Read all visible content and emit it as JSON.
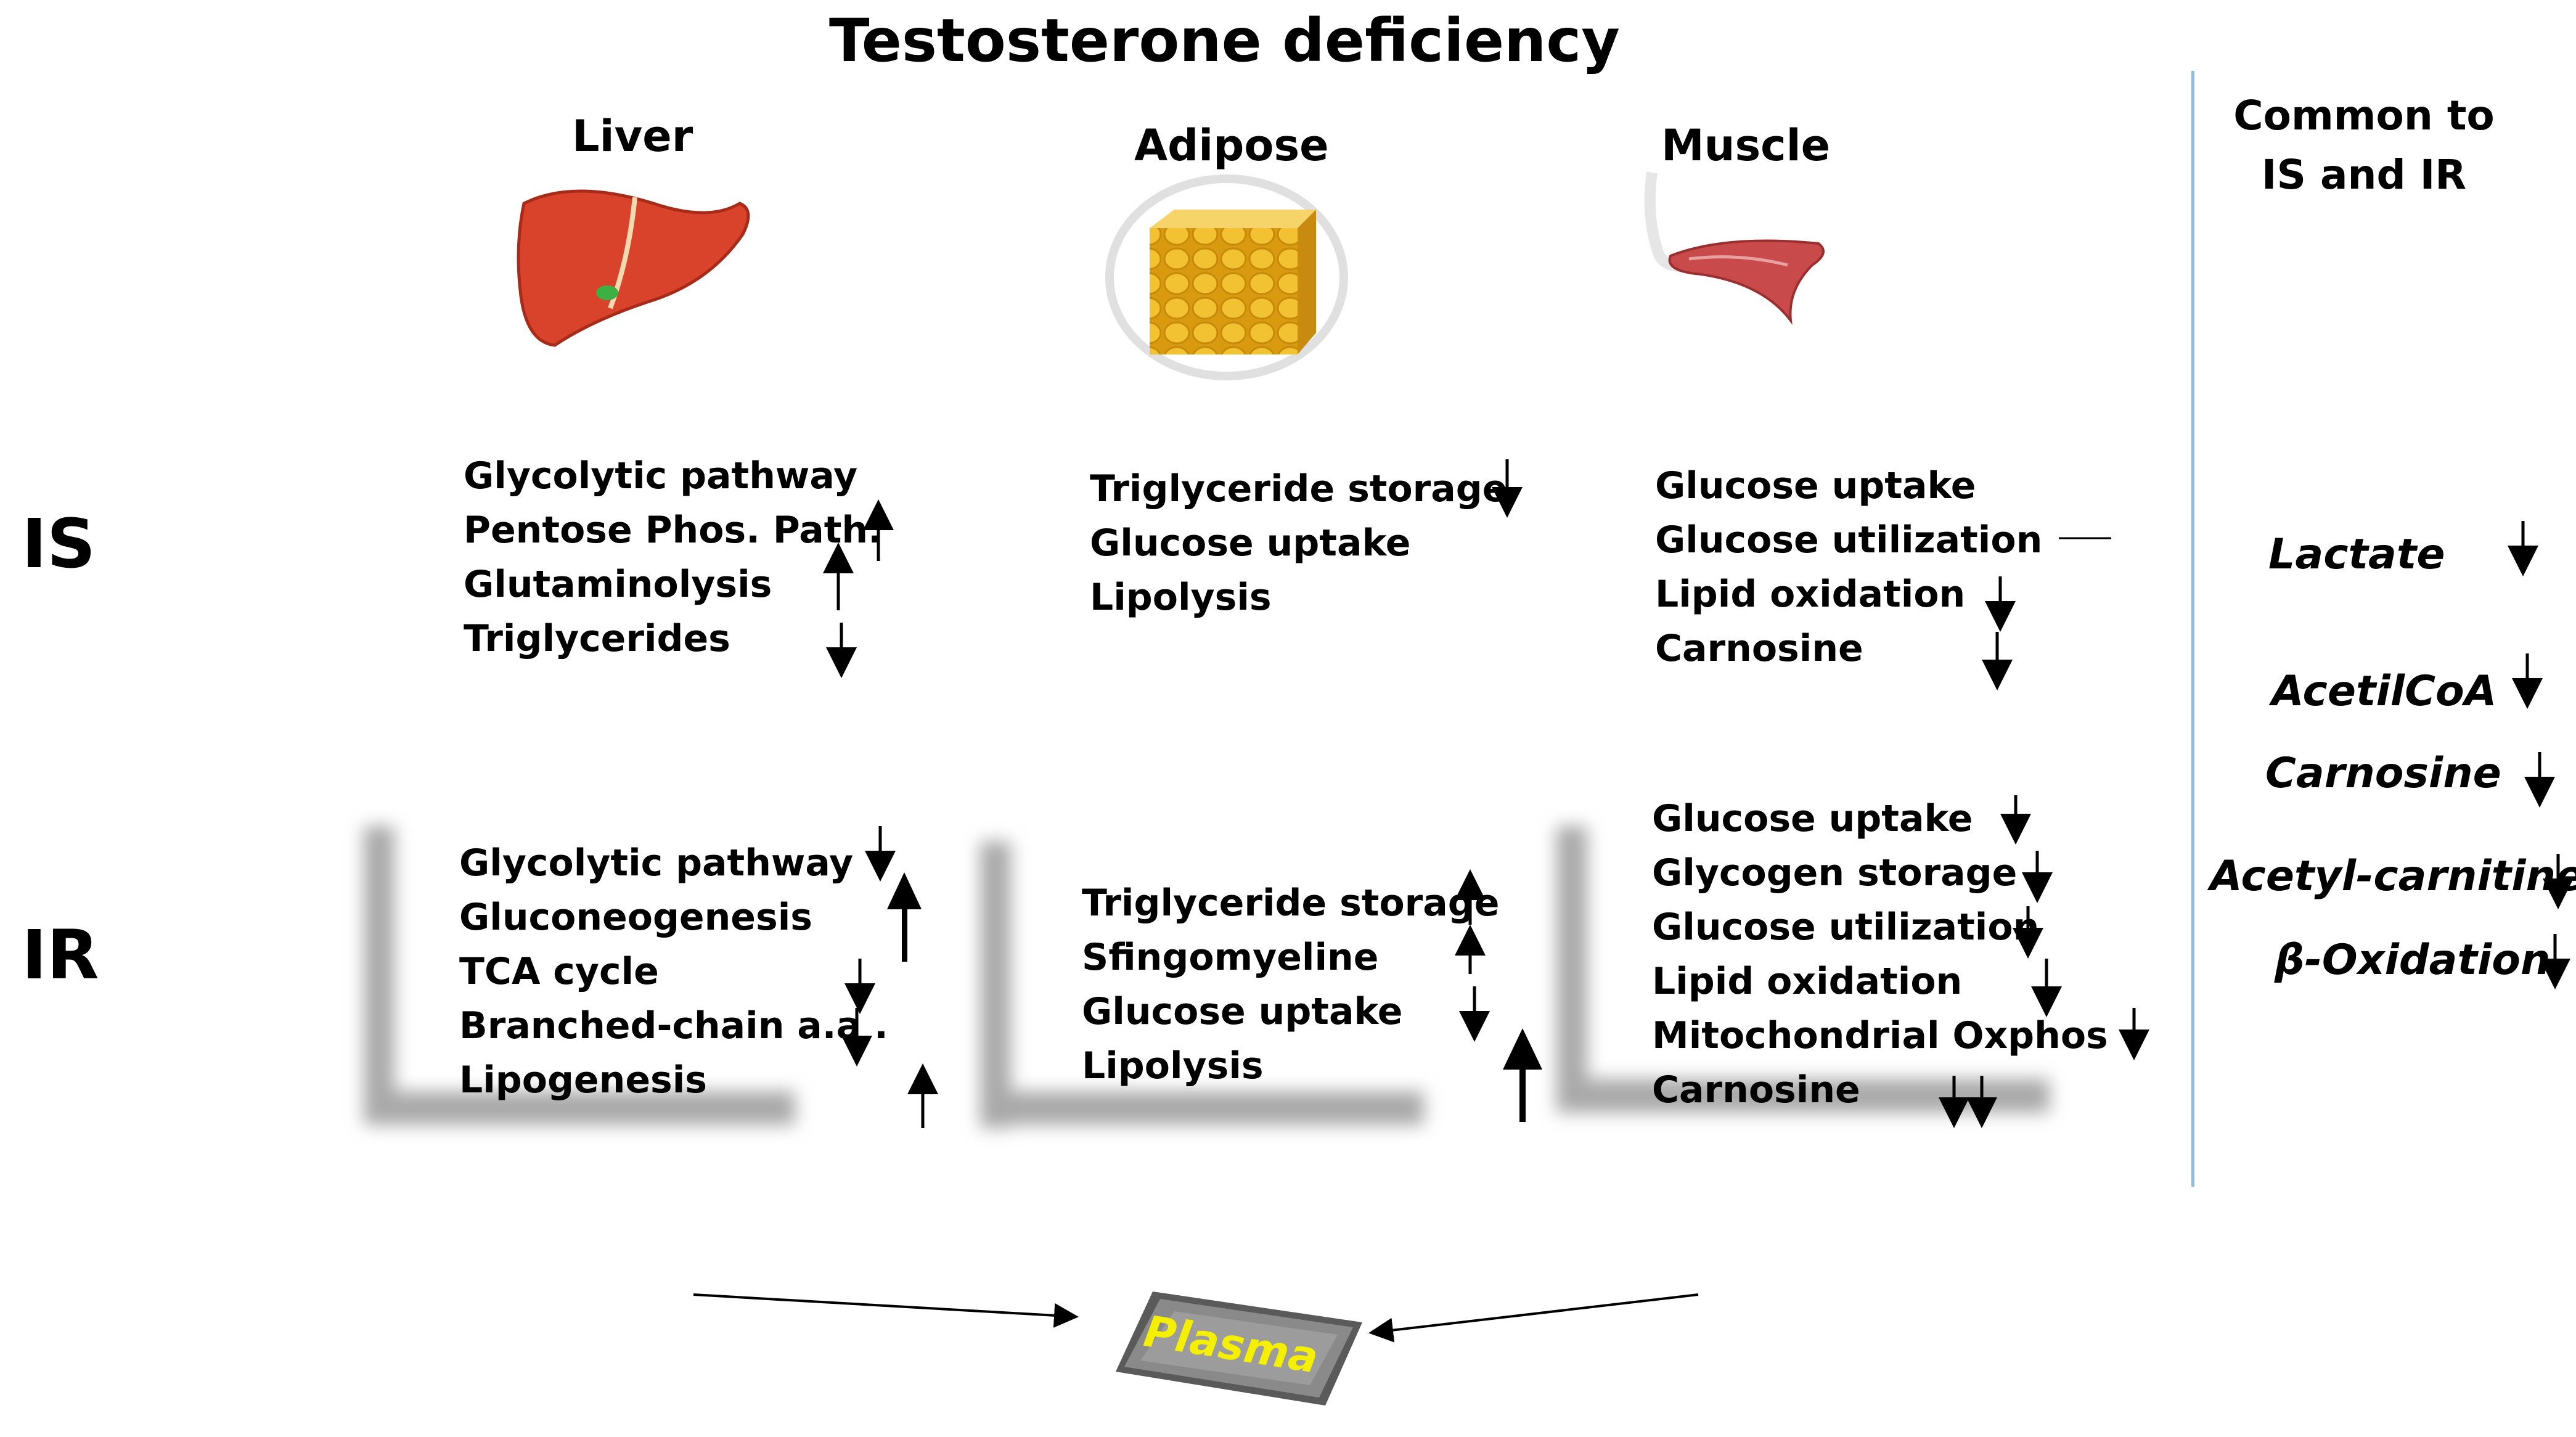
{
  "title": "Testosterone   deficiency",
  "columns": {
    "liver": "Liver",
    "adipose": "Adipose",
    "muscle": "Muscle"
  },
  "common_header": {
    "line1": "Common to",
    "line2": "IS and IR"
  },
  "rows": {
    "is": "IS",
    "ir": "IR"
  },
  "is_liver": [
    "Glycolytic  pathway",
    "Pentose Phos. Path.",
    "Glutaminolysis",
    "Triglycerides"
  ],
  "is_adipose": [
    "Triglyceride  storage",
    "Glucose  uptake",
    "Lipolysis"
  ],
  "is_muscle": [
    "Glucose  uptake",
    "Glucose  utilization",
    "Lipid oxidation",
    "Carnosine"
  ],
  "ir_liver": [
    "Glycolytic  pathway",
    "Gluconeogenesis",
    "TCA cycle",
    "Branched-chain a.a .",
    "Lipogenesis"
  ],
  "ir_adipose": [
    "Triglyceride storage",
    "Sfingomyeline",
    "Glucose  uptake",
    "Lipolysis"
  ],
  "ir_muscle": [
    "Glucose  uptake",
    "Glycogen  storage",
    "Glucose  utilization",
    "Lipid oxidation",
    "Mitochondrial  Oxphos",
    "Carnosine"
  ],
  "common_items": [
    "Lactate",
    "AcetilCoA",
    "Carnosine",
    "Acetyl-carnitine",
    "β-Oxidation"
  ],
  "plasma_label": "Plasma",
  "colors": {
    "divider": "#8fbde0",
    "plasma_text": "#f4f000",
    "plasma_box": "#8a8a8a",
    "liver": "#d9432b",
    "adipose": "#e8b020",
    "muscle": "#c94a4a"
  }
}
